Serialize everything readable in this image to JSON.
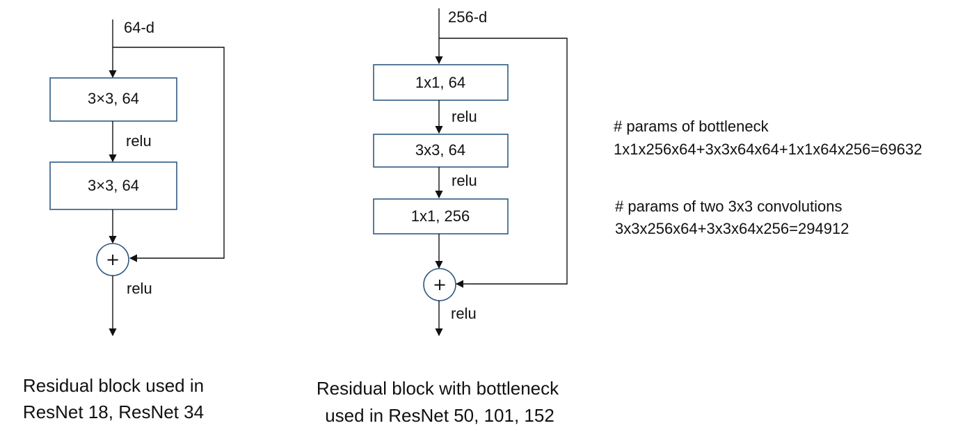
{
  "left_block": {
    "input_label": "64-d",
    "boxes": [
      "3×3, 64",
      "3×3, 64"
    ],
    "relu_labels": [
      "relu",
      "relu"
    ],
    "add_symbol": "+",
    "caption_lines": [
      "Residual block used in",
      "ResNet 18, ResNet 34"
    ]
  },
  "right_block": {
    "input_label": "256-d",
    "boxes": [
      "1x1, 64",
      "3x3, 64",
      "1x1, 256"
    ],
    "relu_labels": [
      "relu",
      "relu",
      "relu"
    ],
    "add_symbol": "+",
    "caption_lines": [
      "Residual block with bottleneck",
      "used in ResNet 50, 101, 152"
    ]
  },
  "notes": {
    "bottleneck_heading": "# params of bottleneck",
    "bottleneck_formula": "1x1x256x64+3x3x64x64+1x1x64x256=69632",
    "conv_heading": "# params of two 3x3 convolutions",
    "conv_formula": "3x3x256x64+3x3x64x256=294912"
  },
  "colors": {
    "box_border": "#2e5a84",
    "line": "#111111"
  }
}
